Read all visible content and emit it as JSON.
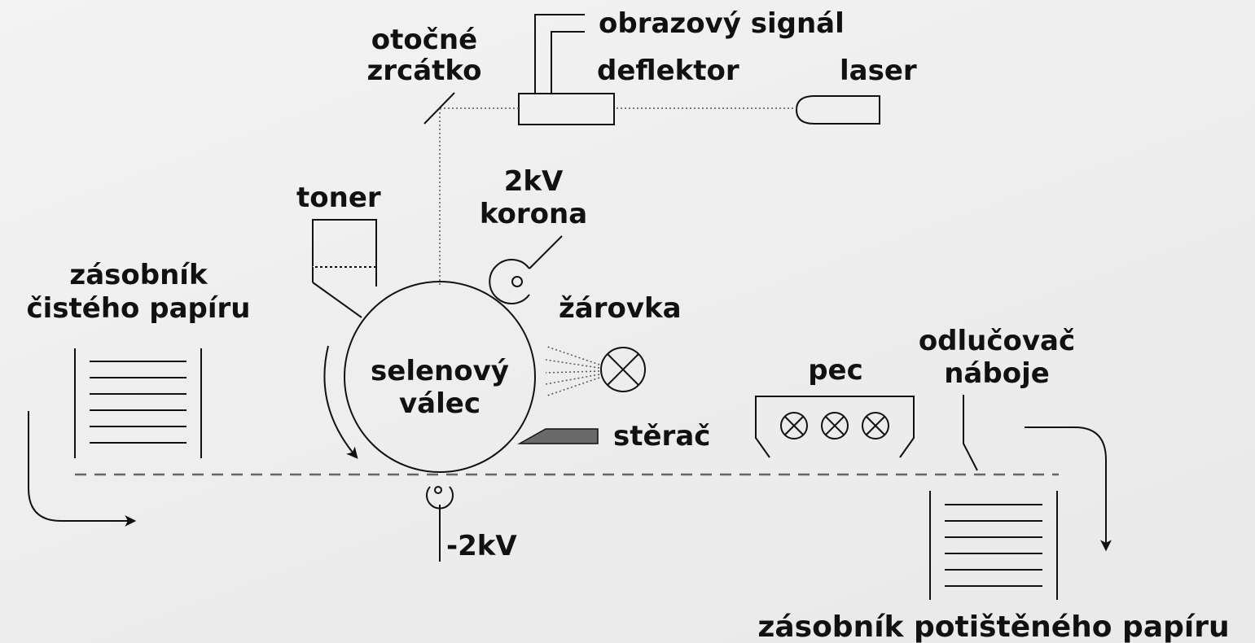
{
  "labels": {
    "image_signal": "obrazový signál",
    "rotating_mirror_1": "otočné",
    "rotating_mirror_2": "zrcátko",
    "deflector": "deflektor",
    "laser": "laser",
    "toner": "toner",
    "corona_1": "2kV",
    "corona_2": "korona",
    "clean_paper_tray_1": "zásobník",
    "clean_paper_tray_2": "čistého papíru",
    "bulb": "žárovka",
    "drum_1": "selenový",
    "drum_2": "válec",
    "wiper": "stěrač",
    "oven": "pec",
    "charge_eliminator_1": "odlučovač",
    "charge_eliminator_2": "náboje",
    "negative_voltage": "-2kV",
    "printed_paper_tray": "zásobník potištěného papíru"
  },
  "colors": {
    "background": "#eeeeee",
    "line": "#111111",
    "toner_fill": "#6f6f6f",
    "wiper_fill": "#6a6a6a",
    "paper_path": "#666666"
  },
  "icons": {
    "lamp": "lamp-x-icon",
    "arrow": "arrow-head-icon"
  }
}
